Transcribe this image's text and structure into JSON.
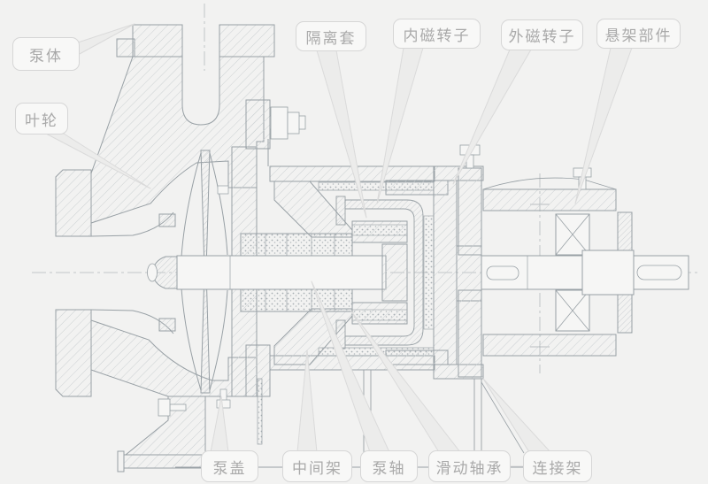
{
  "colors": {
    "background": "#f2f2f1",
    "line": "#98a0a5",
    "hatch": "#cbd0d2",
    "label_border": "#d6d6d6",
    "label_background": "#f8f8f7",
    "label_text": "#a9a9a9",
    "leader_fill": "#ececeb"
  },
  "diagram": {
    "type": "pump-cross-section",
    "callouts": [
      {
        "id": "pump-body",
        "label": "泵体"
      },
      {
        "id": "impeller",
        "label": "叶轮"
      },
      {
        "id": "isolation-sleeve",
        "label": "隔离套"
      },
      {
        "id": "inner-magnetic-rotor",
        "label": "内磁转子"
      },
      {
        "id": "outer-magnetic-rotor",
        "label": "外磁转子"
      },
      {
        "id": "suspension-assembly",
        "label": "悬架部件"
      },
      {
        "id": "pump-cover",
        "label": "泵盖"
      },
      {
        "id": "intermediate-frame",
        "label": "中间架"
      },
      {
        "id": "pump-shaft",
        "label": "泵轴"
      },
      {
        "id": "sliding-bearing",
        "label": "滑动轴承"
      },
      {
        "id": "connecting-frame",
        "label": "连接架"
      }
    ]
  }
}
